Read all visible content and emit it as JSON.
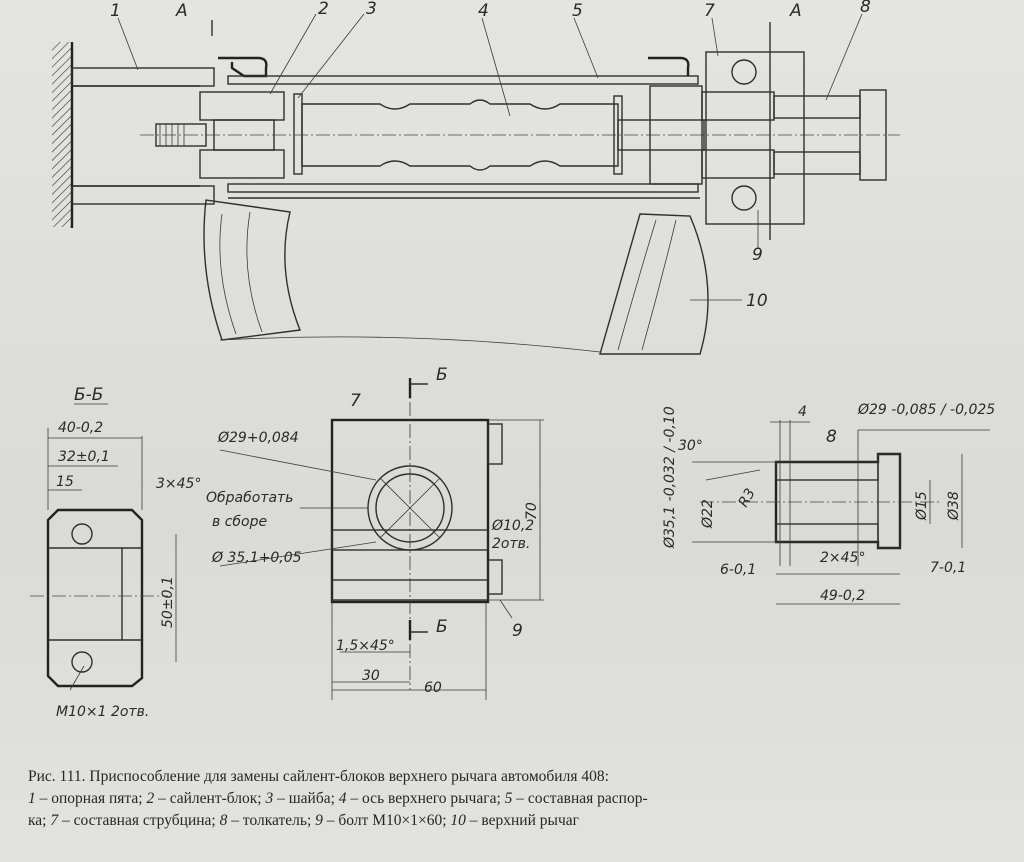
{
  "callouts": {
    "n1": "1",
    "n2": "2",
    "n3": "3",
    "n4": "4",
    "n5": "5",
    "n7": "7",
    "n8": "8",
    "n9": "9",
    "n10": "10",
    "sectionA": "А"
  },
  "section_views": {
    "b_title": "Б-Б",
    "b_mark": "Б",
    "part7": "7",
    "part8": "8",
    "part9": "9"
  },
  "dims": {
    "d40": "40-0,2",
    "d32": "32±0,1",
    "d15": "15",
    "d3x45": "3×45°",
    "d50": "50±0,1",
    "m10": "М10×1 2отв.",
    "d29a": "Ø29+0,084",
    "obrabotat": "Обработать",
    "vsbore": "в сборе",
    "d351a": "Ø 35,1+0,05",
    "d102": "Ø10,2",
    "otv2": "2отв.",
    "d70": "70",
    "d15x45": "1,5×45°",
    "d30": "30",
    "d60": "60",
    "d4": "4",
    "d29b": "Ø29 -0,085 / -0,025",
    "ang30": "30°",
    "d351b": "Ø35,1 -0,032 / -0,10",
    "d22": "Ø22",
    "r3": "R3",
    "d15b": "Ø15",
    "d38": "Ø38",
    "d2x45": "2×45°",
    "d6": "6-0,1",
    "d7": "7-0,1",
    "d49": "49-0,2"
  },
  "caption": {
    "title": "Рис. 111. Приспособление для замены сайлент-блоков верхнего рычага автомобиля 408:",
    "items": [
      {
        "n": "1",
        "t": "опорная пята;"
      },
      {
        "n": "2",
        "t": "сайлент-блок;"
      },
      {
        "n": "3",
        "t": "шайба;"
      },
      {
        "n": "4",
        "t": "ось верхнего рычага;"
      },
      {
        "n": "5",
        "t": "составная распор-"
      },
      {
        "n": "",
        "t": "ка;"
      },
      {
        "n": "7",
        "t": "составная струбцина;"
      },
      {
        "n": "8",
        "t": "толкатель;"
      },
      {
        "n": "9",
        "t": "болт М10×1×60;"
      },
      {
        "n": "10",
        "t": "верхний рычаг"
      }
    ]
  }
}
